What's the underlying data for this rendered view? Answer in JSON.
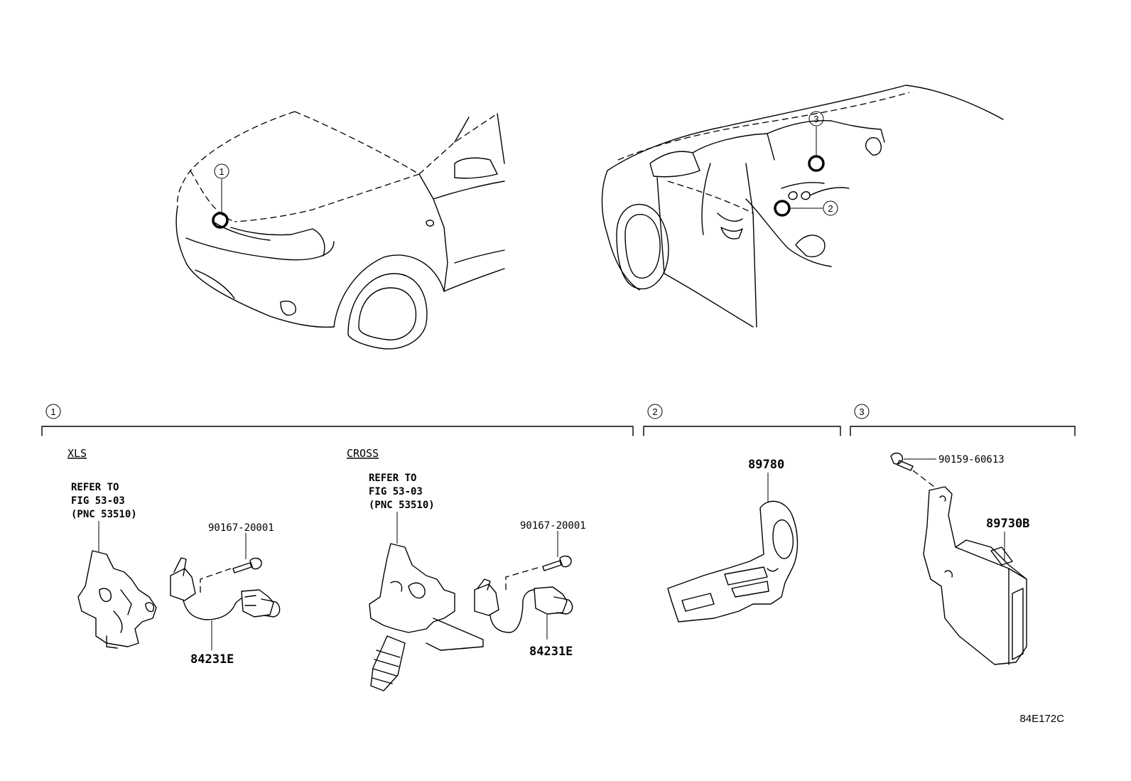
{
  "callouts": {
    "c1": "1",
    "c2": "2",
    "c3": "3"
  },
  "sections": [
    {
      "number": "1",
      "variants": [
        "XLS",
        "CROSS"
      ]
    },
    {
      "number": "2"
    },
    {
      "number": "3"
    }
  ],
  "xls": {
    "variant_label": "XLS",
    "refer_lines": [
      "REFER TO",
      "FIG 53-03",
      "(PNC 53510)"
    ],
    "bolt_part": "90167-20001",
    "sensor_part": "84231E"
  },
  "cross": {
    "variant_label": "CROSS",
    "refer_lines": [
      "REFER TO",
      "FIG 53-03",
      "(PNC 53510)"
    ],
    "bolt_part": "90167-20001",
    "sensor_part": "84231E"
  },
  "section2": {
    "part": "89780"
  },
  "section3": {
    "bolt_part": "90159-60613",
    "module_part": "89730B"
  },
  "figure_code": "84E172C"
}
